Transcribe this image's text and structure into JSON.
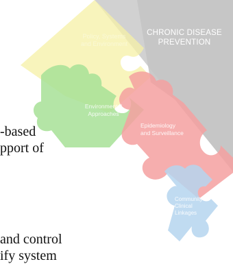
{
  "puzzle": {
    "chronic_disease_prevention": [
      "CHRONIC DISEASE",
      "PREVENTION"
    ],
    "policy_systems": [
      "Policy, Systems",
      "and Environment"
    ],
    "environmental": [
      "Environmental",
      "Approaches"
    ],
    "epidemiology": [
      "Epidemiology",
      "and Surveillance"
    ],
    "community": [
      "Community",
      "Clinical",
      "Linkages"
    ]
  },
  "body_text": {
    "line1": "-based",
    "line2": "pport of",
    "line3": "and control",
    "line4": "ify system"
  },
  "colors": {
    "gray": "#c9c9c9",
    "yellow": "#f7f1a6",
    "green": "#a9e29a",
    "red": "#f2a4a4",
    "blue": "#b7d6ee"
  }
}
